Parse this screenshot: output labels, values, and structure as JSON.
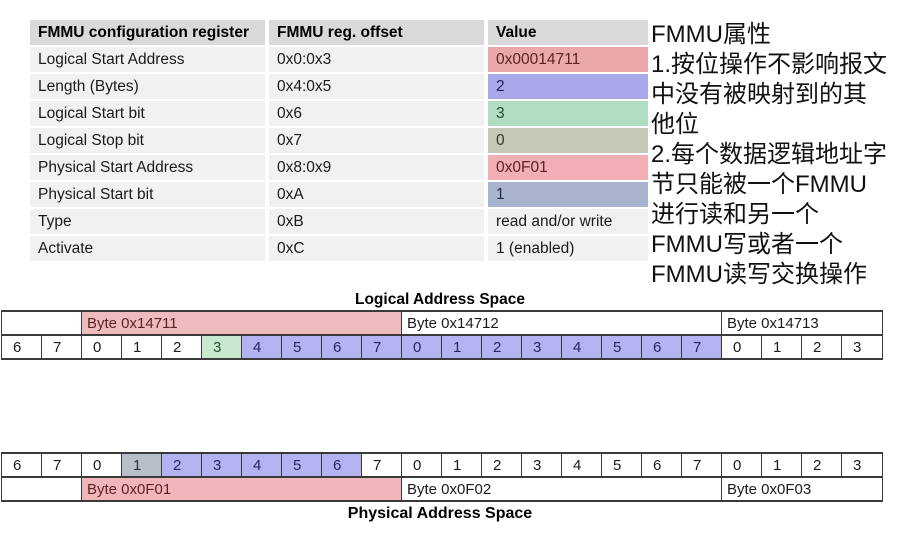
{
  "config_table": {
    "headers": [
      "FMMU configuration register",
      "FMMU reg. offset",
      "Value"
    ],
    "rows": [
      {
        "register": "Logical Start Address",
        "offset": "0x0:0x3",
        "value": "0x00014711",
        "value_bg": "#e9a9a9",
        "value_fg": "#5b2323"
      },
      {
        "register": "Length (Bytes)",
        "offset": "0x4:0x5",
        "value": "2",
        "value_bg": "#a8a8e8",
        "value_fg": "#20205c"
      },
      {
        "register": "Logical Start bit",
        "offset": "0x6",
        "value": "3",
        "value_bg": "#b0dcc2",
        "value_fg": "#1f4a30"
      },
      {
        "register": "Logical Stop bit",
        "offset": "0x7",
        "value": "0",
        "value_bg": "#c3c9b5",
        "value_fg": "#333a28"
      },
      {
        "register": "Physical Start Address",
        "offset": "0x8:0x9",
        "value": "0x0F01",
        "value_bg": "#f1aeb5",
        "value_fg": "#5b2323"
      },
      {
        "register": "Physical Start bit",
        "offset": "0xA",
        "value": "1",
        "value_bg": "#a8b4cd",
        "value_fg": "#222f52"
      },
      {
        "register": "Type",
        "offset": "0xB",
        "value": "read and/or write",
        "value_bg": "#f1f1f2",
        "value_fg": "#1a1a1a"
      },
      {
        "register": "Activate",
        "offset": "0xC",
        "value": "1 (enabled)",
        "value_bg": "#f1f1f2",
        "value_fg": "#1a1a1a"
      }
    ]
  },
  "notes": {
    "lines": [
      "FMMU属性",
      "1.按位操作不影响报文",
      "中没有被映射到的其",
      "他位",
      "2.每个数据逻辑地址字",
      "节只能被一个FMMU",
      "进行读和另一个",
      "FMMU写或者一个",
      "FMMU读写交换操作"
    ]
  },
  "colors": {
    "mapped_pink": "#eebcbc",
    "mapped_blue": "#b3b3f1",
    "start_bit_green": "#c9e8cd",
    "start_bit_gray": "#b9bfc8",
    "default_cell_bg": "#ffffff",
    "default_cell_fg": "#1a1a1a"
  },
  "logical": {
    "title": "Logical Address Space",
    "rows": [
      {
        "type": "byte",
        "cells": [
          {
            "label": "",
            "span": 2
          },
          {
            "label": "Byte 0x14711",
            "span": 8,
            "bg": "#eebcbc",
            "fg": "#5b2424"
          },
          {
            "label": "Byte 0x14712",
            "span": 8
          },
          {
            "label": "Byte 0x14713",
            "span": 4
          }
        ]
      },
      {
        "type": "bit",
        "cells": [
          {
            "label": "6"
          },
          {
            "label": "7"
          },
          {
            "label": "0"
          },
          {
            "label": "1"
          },
          {
            "label": "2"
          },
          {
            "label": "3",
            "bg": "#c9e8cd",
            "fg": "#274d2f"
          },
          {
            "label": "4",
            "bg": "#b3b3f1",
            "fg": "#26265e"
          },
          {
            "label": "5",
            "bg": "#b3b3f1",
            "fg": "#26265e"
          },
          {
            "label": "6",
            "bg": "#b3b3f1",
            "fg": "#26265e"
          },
          {
            "label": "7",
            "bg": "#b3b3f1",
            "fg": "#26265e"
          },
          {
            "label": "0",
            "bg": "#b3b3f1",
            "fg": "#26265e"
          },
          {
            "label": "1",
            "bg": "#b3b3f1",
            "fg": "#26265e"
          },
          {
            "label": "2",
            "bg": "#b3b3f1",
            "fg": "#26265e"
          },
          {
            "label": "3",
            "bg": "#b3b3f1",
            "fg": "#26265e"
          },
          {
            "label": "4",
            "bg": "#b3b3f1",
            "fg": "#26265e"
          },
          {
            "label": "5",
            "bg": "#b3b3f1",
            "fg": "#26265e"
          },
          {
            "label": "6",
            "bg": "#b3b3f1",
            "fg": "#26265e"
          },
          {
            "label": "7",
            "bg": "#b3b3f1",
            "fg": "#26265e"
          },
          {
            "label": "0"
          },
          {
            "label": "1"
          },
          {
            "label": "2"
          },
          {
            "label": "3"
          }
        ]
      }
    ]
  },
  "physical": {
    "title": "Physical Address Space",
    "rows": [
      {
        "type": "bit",
        "cells": [
          {
            "label": "6"
          },
          {
            "label": "7"
          },
          {
            "label": "0"
          },
          {
            "label": "1",
            "bg": "#b9bfc8",
            "fg": "#2c3140"
          },
          {
            "label": "2",
            "bg": "#b3b3f1",
            "fg": "#26265e"
          },
          {
            "label": "3",
            "bg": "#b3b3f1",
            "fg": "#26265e"
          },
          {
            "label": "4",
            "bg": "#b3b3f1",
            "fg": "#26265e"
          },
          {
            "label": "5",
            "bg": "#b3b3f1",
            "fg": "#26265e"
          },
          {
            "label": "6",
            "bg": "#b3b3f1",
            "fg": "#26265e"
          },
          {
            "label": "7"
          },
          {
            "label": "0"
          },
          {
            "label": "1"
          },
          {
            "label": "2"
          },
          {
            "label": "3"
          },
          {
            "label": "4"
          },
          {
            "label": "5"
          },
          {
            "label": "6"
          },
          {
            "label": "7"
          },
          {
            "label": "0"
          },
          {
            "label": "1"
          },
          {
            "label": "2"
          },
          {
            "label": "3"
          }
        ]
      },
      {
        "type": "byte",
        "cells": [
          {
            "label": "",
            "span": 2
          },
          {
            "label": "Byte 0x0F01",
            "span": 8,
            "bg": "#f0b6ba",
            "fg": "#5b2424"
          },
          {
            "label": "Byte 0x0F02",
            "span": 8
          },
          {
            "label": "Byte 0x0F03",
            "span": 4
          }
        ]
      }
    ]
  }
}
